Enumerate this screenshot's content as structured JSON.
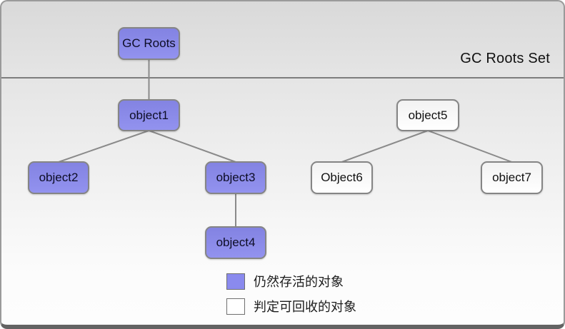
{
  "title": "GC Roots Set",
  "nodes": [
    {
      "id": "gc-roots",
      "label": "GC Roots",
      "status": "alive"
    },
    {
      "id": "object1",
      "label": "object1",
      "status": "alive"
    },
    {
      "id": "object2",
      "label": "object2",
      "status": "alive"
    },
    {
      "id": "object3",
      "label": "object3",
      "status": "alive"
    },
    {
      "id": "object4",
      "label": "object4",
      "status": "alive"
    },
    {
      "id": "object5",
      "label": "object5",
      "status": "collectable"
    },
    {
      "id": "object6",
      "label": "Object6",
      "status": "collectable"
    },
    {
      "id": "object7",
      "label": "object7",
      "status": "collectable"
    }
  ],
  "edges": [
    {
      "from": "gc-roots",
      "to": "object1"
    },
    {
      "from": "object1",
      "to": "object2"
    },
    {
      "from": "object1",
      "to": "object3"
    },
    {
      "from": "object3",
      "to": "object4"
    },
    {
      "from": "object5",
      "to": "object6"
    },
    {
      "from": "object5",
      "to": "object7"
    }
  ],
  "legend": [
    {
      "status": "alive",
      "label": "仍然存活的对象"
    },
    {
      "status": "collectable",
      "label": "判定可回收的对象"
    }
  ],
  "colors": {
    "alive": "#8a8aee",
    "collectable": "#ffffff",
    "edge": "#8a8a8a"
  }
}
